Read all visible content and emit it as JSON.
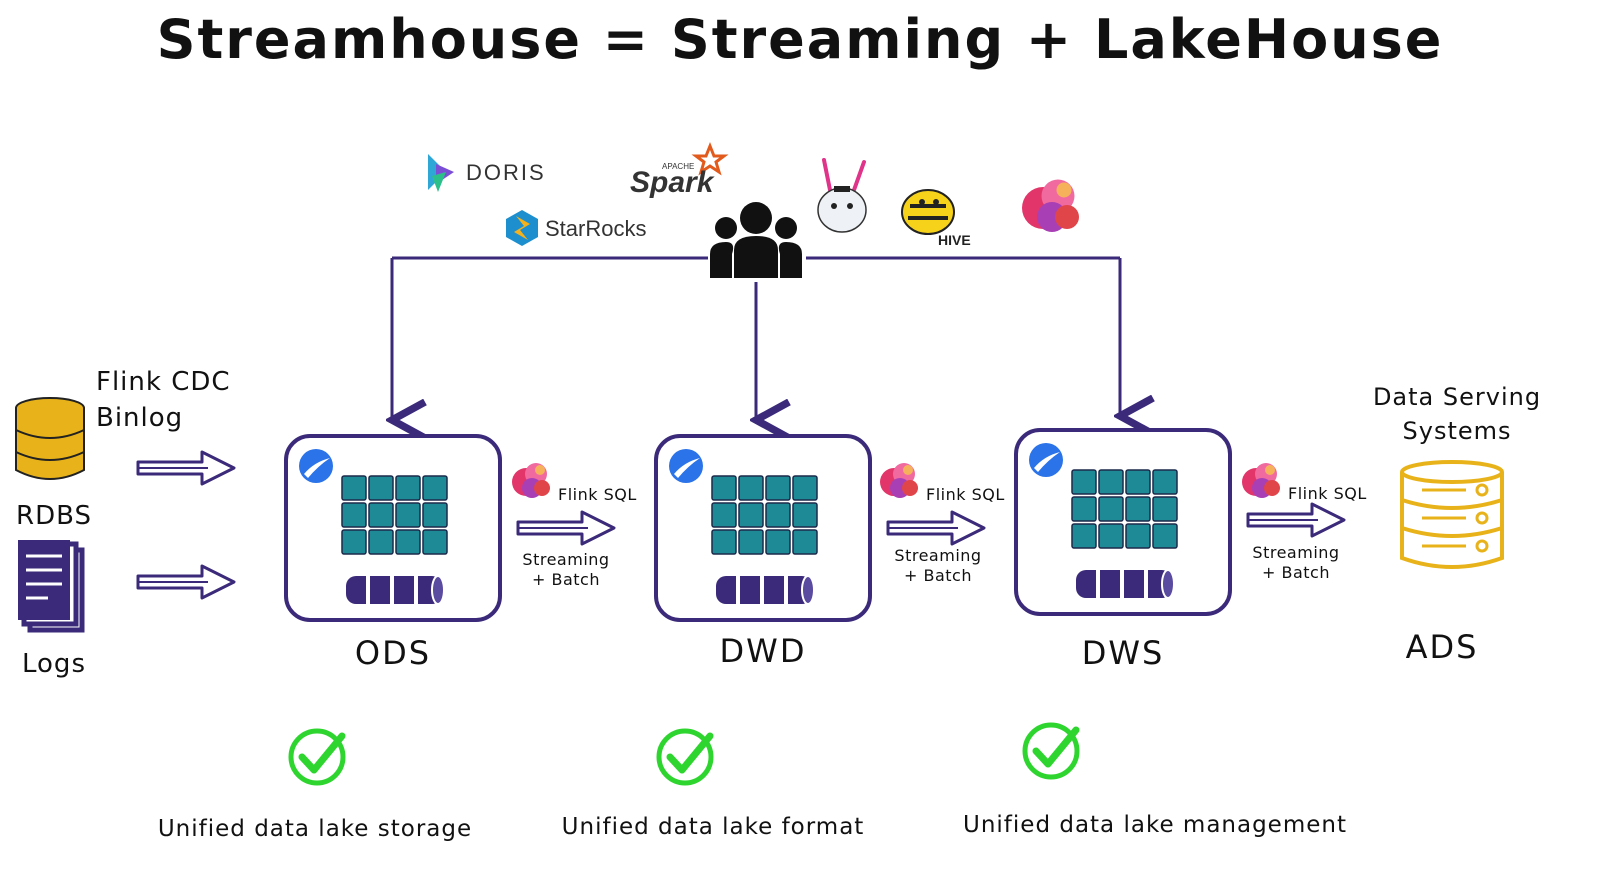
{
  "title": "Streamhouse = Streaming + LakeHouse",
  "sources": {
    "cdc_label_line1": "Flink CDC",
    "cdc_label_line2": "Binlog",
    "rdbs_label": "RDBS",
    "logs_label": "Logs"
  },
  "engines": {
    "doris": "DORIS",
    "spark": "Spark",
    "spark_small": "APACHE",
    "starrocks": "StarRocks",
    "hive": "HIVE"
  },
  "layers": [
    {
      "name": "ODS"
    },
    {
      "name": "DWD"
    },
    {
      "name": "DWS"
    }
  ],
  "transforms": [
    {
      "tool": "Flink SQL",
      "line1": "Streaming",
      "line2": "+ Batch"
    },
    {
      "tool": "Flink SQL",
      "line1": "Streaming",
      "line2": "+ Batch"
    },
    {
      "tool": "Flink SQL",
      "line1": "Streaming",
      "line2": "+ Batch"
    }
  ],
  "serving": {
    "line1": "Data Serving",
    "line2": "Systems",
    "label": "ADS"
  },
  "benefits": [
    "Unified data lake storage",
    "Unified data lake format",
    "Unified data lake management"
  ],
  "colors": {
    "frame": "#3b2a7a",
    "grid_cell": "#1e8a96",
    "db_yellow": "#e8b31a",
    "check_green": "#2fd52f",
    "doc_purple": "#3b2a7a"
  }
}
